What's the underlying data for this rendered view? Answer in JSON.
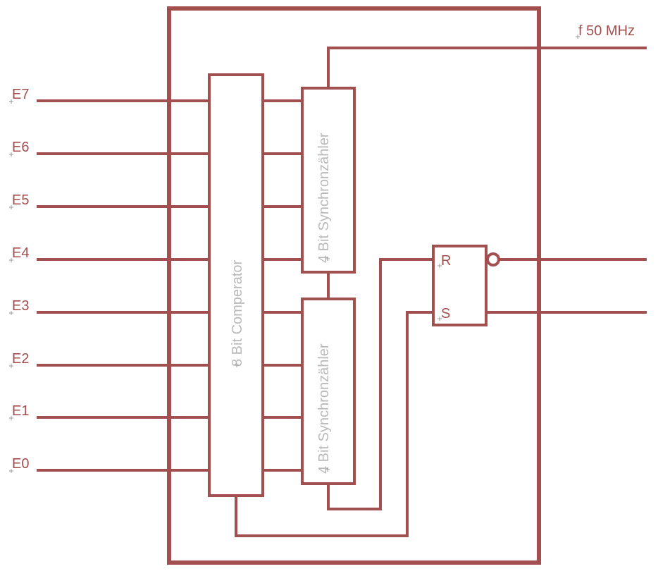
{
  "colors": {
    "wire": "#a24f4f",
    "label": "#a24f4f",
    "block_text": "#b9b9b9",
    "background": "#ffffff"
  },
  "inputs": [
    "E7",
    "E6",
    "E5",
    "E4",
    "E3",
    "E2",
    "E1",
    "E0"
  ],
  "clock": {
    "label": "f 50 MHz"
  },
  "comparator": {
    "label": "8 Bit Comperator"
  },
  "counters": [
    {
      "label": "4 Bit Synchronzähler"
    },
    {
      "label": "4 Bit Synchronzähler"
    }
  ],
  "flipflop": {
    "r_label": "R",
    "s_label": "S"
  }
}
